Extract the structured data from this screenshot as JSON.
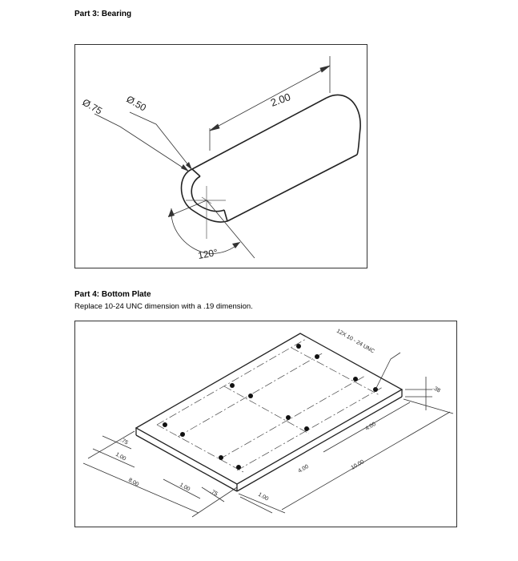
{
  "part3": {
    "heading": "Part 3: Bearing",
    "dims": {
      "outer_dia": "Ø.75",
      "inner_dia": "Ø.50",
      "length": "2.00",
      "angle": "120°"
    }
  },
  "part4": {
    "heading": "Part 4: Bottom Plate",
    "instruction": "Replace 10-24 UNC dimension with a .19 dimension.",
    "dims": {
      "hole_callout": "12X 10 - 24 UNC",
      "thickness": ".38",
      "edge_left": ".75",
      "spacing_left": "1.00",
      "length": "8.00",
      "front_1": "1.00",
      "front_2": ".75",
      "front_3": "1.00",
      "mid_spacing": "4.00",
      "right_spacing": "4.00",
      "width": "10.00"
    }
  }
}
